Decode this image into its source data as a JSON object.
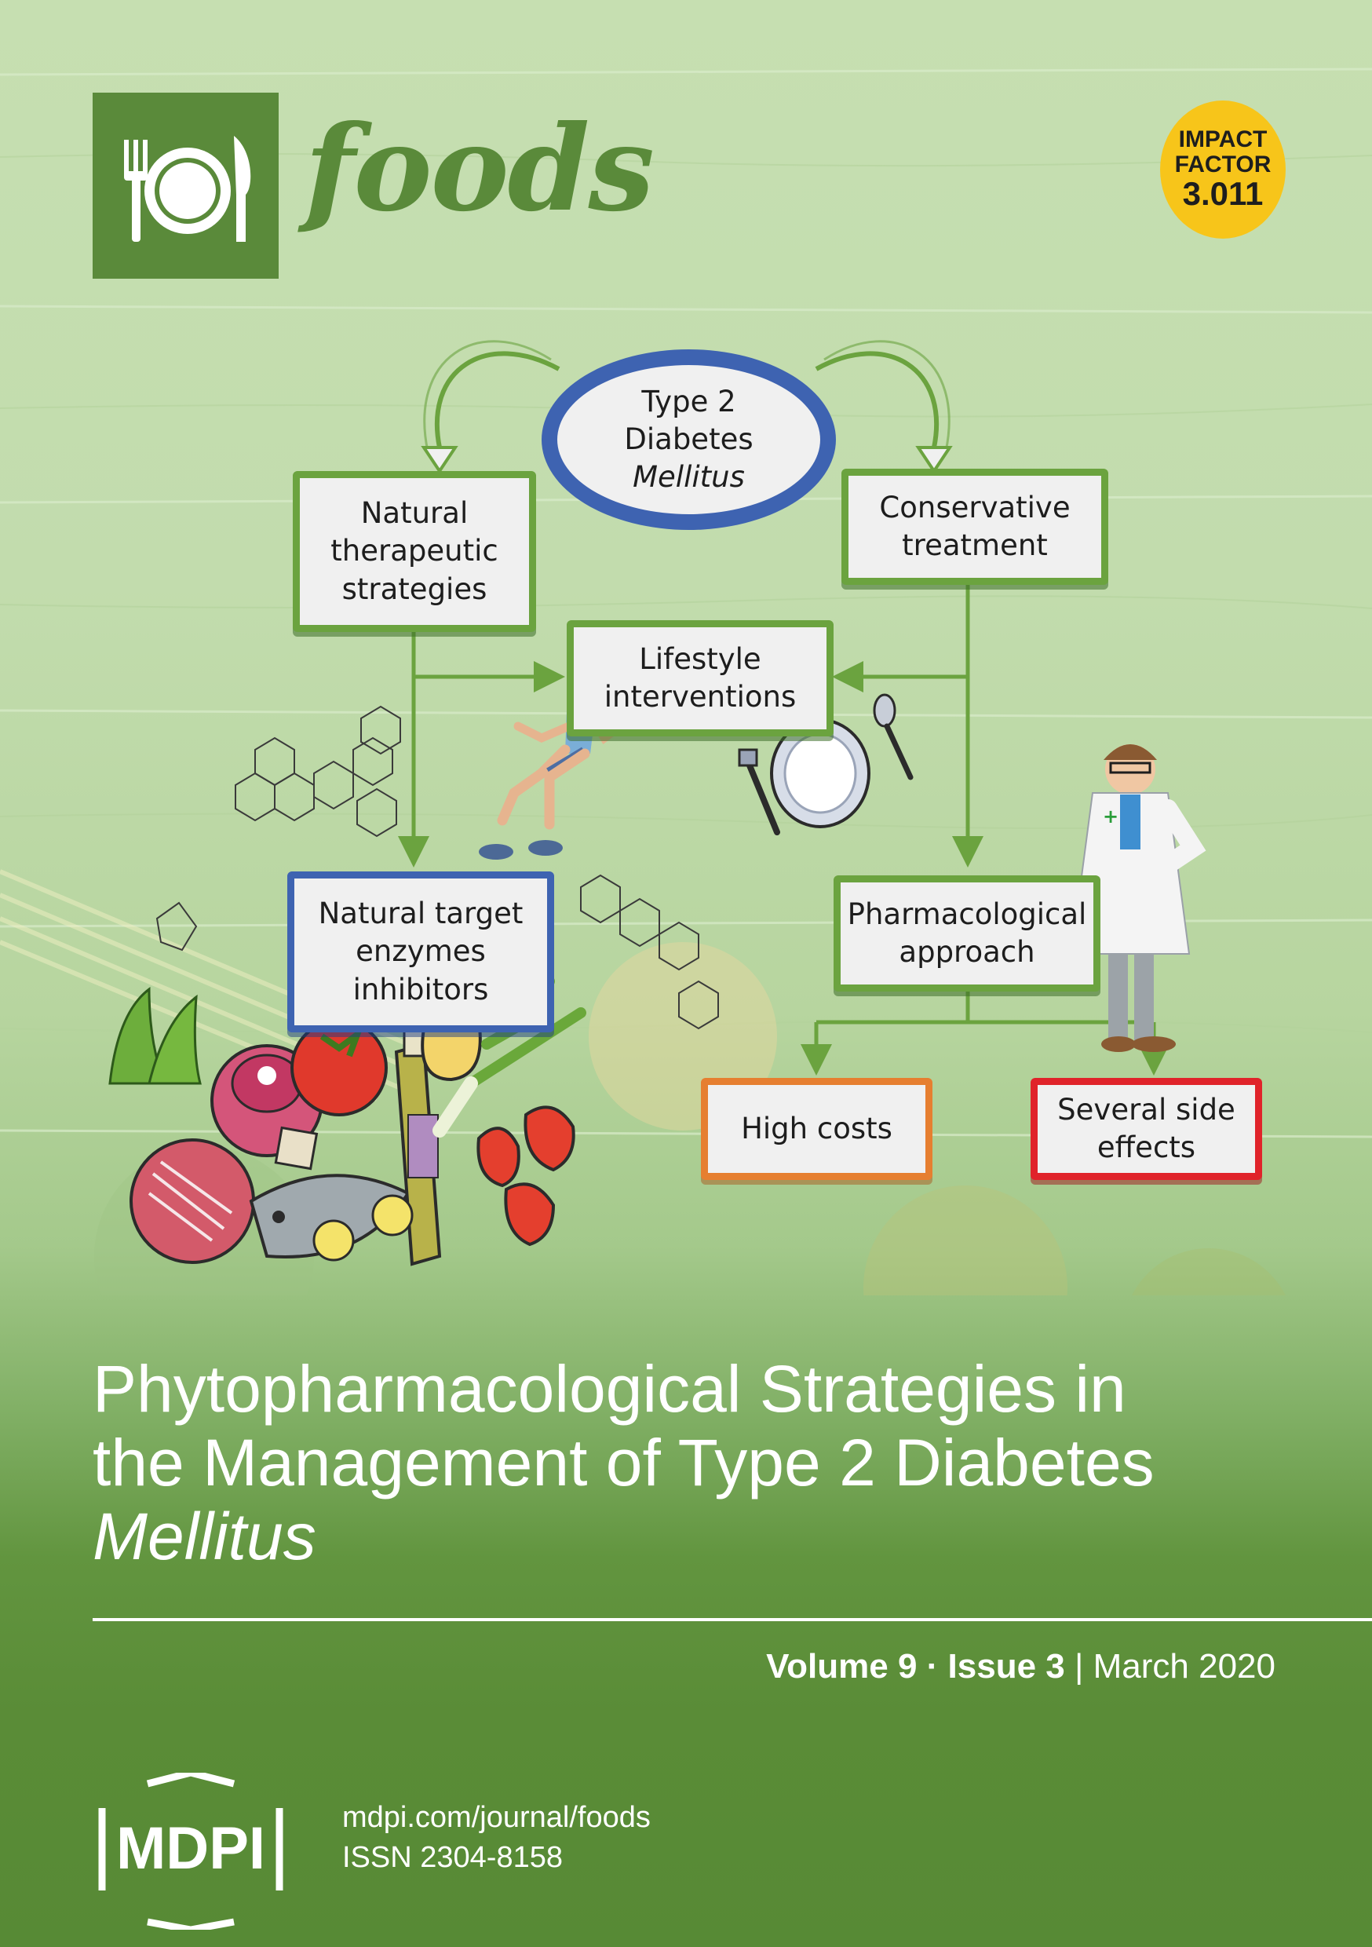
{
  "journal": {
    "name": "foods",
    "logo_icon": "plate-fork-knife-icon"
  },
  "impact_badge": {
    "line1": "IMPACT",
    "line2": "FACTOR",
    "value": "3.011",
    "color": "#f7c51a"
  },
  "diagram": {
    "center": {
      "line1": "Type 2",
      "line2": "Diabetes",
      "line3": "Mellitus"
    },
    "natural_therapeutic": "Natural\ntherapeutic\nstrategies",
    "conservative": "Conservative\ntreatment",
    "lifestyle": "Lifestyle\ninterventions",
    "natural_target": "Natural target\nenzymes\ninhibitors",
    "pharmacological": "Pharmacological\napproach",
    "high_costs": "High costs",
    "side_effects": "Several side\neffects"
  },
  "cover_title": {
    "line1": "Phytopharmacological Strategies in",
    "line2": "the Management of Type 2 Diabetes",
    "line3": "Mellitus"
  },
  "issue_info": {
    "volume": "Volume 9",
    "separator": " · ",
    "issue": "Issue 3",
    "divider": " | ",
    "date": "March 2020"
  },
  "publisher": {
    "name": "MDPI",
    "url": "mdpi.com/journal/foods",
    "issn": "ISSN 2304-8158"
  },
  "colors": {
    "brand_green": "#5a8a3a",
    "arrow_green": "#6ba33f",
    "blue": "#3e63b1",
    "orange": "#e67f30",
    "red": "#e0232a"
  }
}
